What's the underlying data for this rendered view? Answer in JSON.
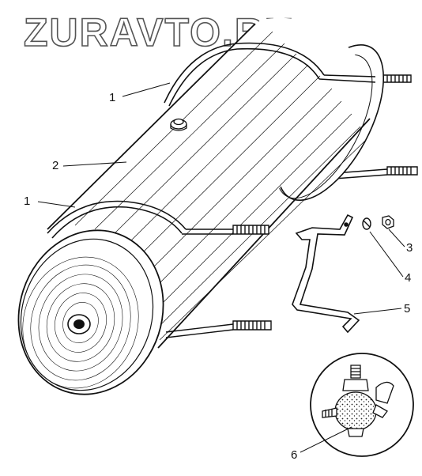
{
  "watermark": {
    "text": "ZURAVTO.RU"
  },
  "callouts": [
    {
      "id": "1a",
      "label": "1"
    },
    {
      "id": "2",
      "label": "2"
    },
    {
      "id": "1b",
      "label": "1"
    },
    {
      "id": "3",
      "label": "3"
    },
    {
      "id": "4",
      "label": "4"
    },
    {
      "id": "5",
      "label": "5"
    },
    {
      "id": "6",
      "label": "6"
    }
  ],
  "colors": {
    "ink": "#111111",
    "paper": "#ffffff",
    "watermark_outline": "#555555"
  }
}
